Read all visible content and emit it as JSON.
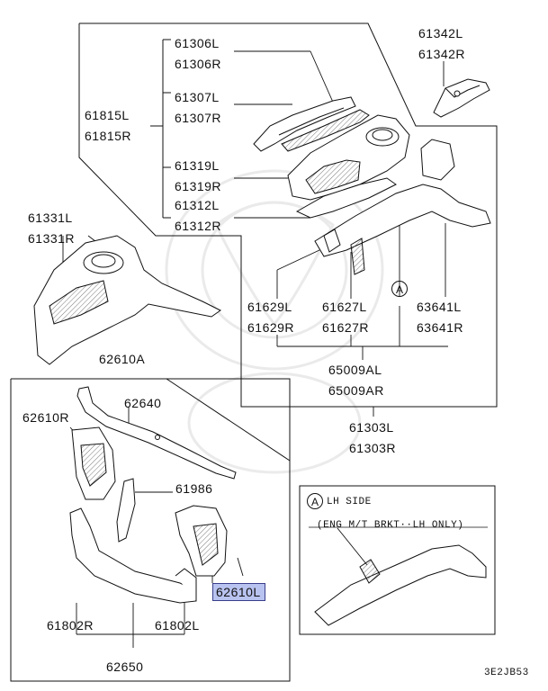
{
  "diagram": {
    "code": "3E2JB53",
    "labels": {
      "p61306": [
        "61306L",
        "61306R"
      ],
      "p61307": [
        "61307L",
        "61307R"
      ],
      "p61319": [
        "61319L",
        "61319R"
      ],
      "p61312": [
        "61312L",
        "61312R"
      ],
      "p61815": [
        "61815L",
        "61815R"
      ],
      "p61342": [
        "61342L",
        "61342R"
      ],
      "p61331": [
        "61331L",
        "61331R"
      ],
      "p61629": [
        "61629L",
        "61629R"
      ],
      "p61627": [
        "61627L",
        "61627R"
      ],
      "p63641": [
        "63641L",
        "63641R"
      ],
      "p65009": [
        "65009AL",
        "65009AR"
      ],
      "p61303": [
        "61303L",
        "61303R"
      ],
      "p62610A": "62610A",
      "p62640": "62640",
      "p62610R": "62610R",
      "p61986": "61986",
      "p62610L": "62610L",
      "p61802R": "61802R",
      "p61802L": "61802L",
      "p62650": "62650"
    },
    "detail": {
      "marker": "A",
      "title": "LH SIDE",
      "note": "(ENG M/T BRKT··LH ONLY)"
    }
  }
}
